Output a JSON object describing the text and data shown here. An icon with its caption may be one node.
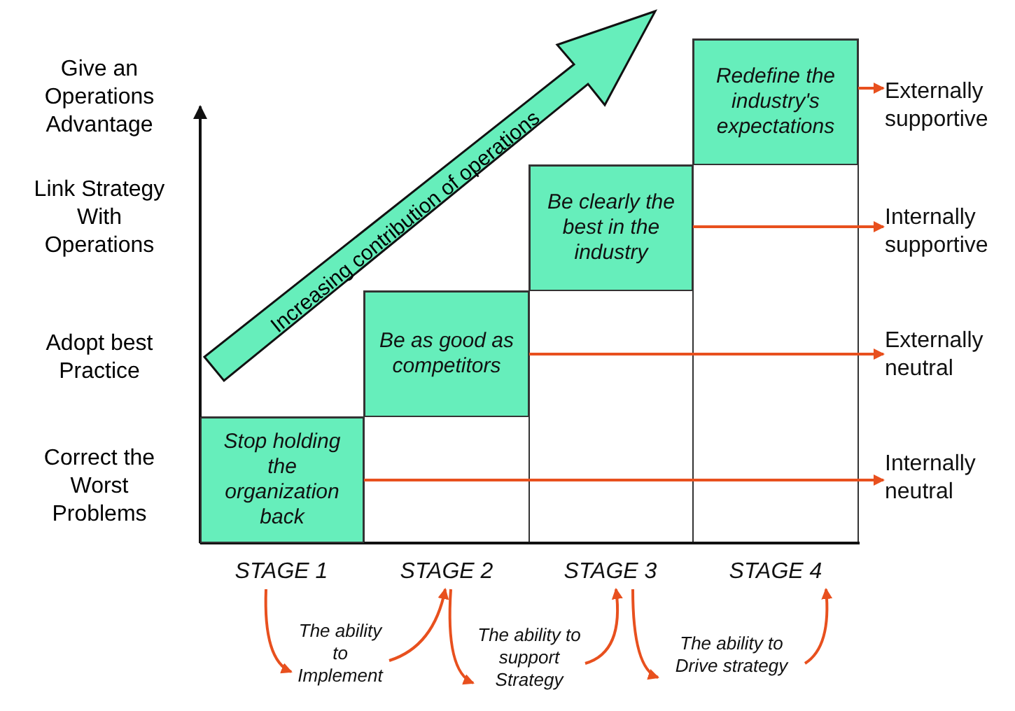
{
  "diagram": {
    "nodes": [
      {
        "text": [
          "Stop holding the organization back"
        ]
      },
      {
        "text": [
          "Be as good as competitors"
        ]
      },
      {
        "text": [
          "Be clearly the best in the industry"
        ]
      },
      {
        "text": [
          "Redefine the industry's expectations"
        ]
      },
      {
        "text": [
          "Internally neutral"
        ]
      },
      {
        "text": [
          "Externally neutral"
        ]
      },
      {
        "text": [
          "Internally supportive"
        ]
      },
      {
        "text": [
          "Externally supportive"
        ]
      },
      {
        "text": [
          "STAGE 1"
        ]
      },
      {
        "text": [
          "STAGE 2"
        ]
      },
      {
        "text": [
          "STAGE 3"
        ]
      },
      {
        "text": [
          "STAGE 4"
        ]
      },
      {
        "text": [
          "The ability to Implement"
        ]
      },
      {
        "text": [
          "The ability to support Strategy"
        ]
      },
      {
        "text": [
          "The ability to Drive strategy"
        ]
      }
    ],
    "edges": [
      {
        "from": 0,
        "to": 4,
        "arrow": "to"
      },
      {
        "from": 1,
        "to": 5,
        "arrow": "to"
      },
      {
        "from": 2,
        "to": 6,
        "arrow": "to"
      },
      {
        "from": 3,
        "to": 7,
        "arrow": "to"
      },
      {
        "from": 8,
        "to": 12,
        "arrow": "to"
      },
      {
        "from": 12,
        "to": 9,
        "arrow": "to"
      },
      {
        "from": 9,
        "to": 13,
        "arrow": "to"
      },
      {
        "from": 13,
        "to": 10,
        "arrow": "to"
      },
      {
        "from": 10,
        "to": 14,
        "arrow": "to"
      },
      {
        "from": 14,
        "to": 11,
        "arrow": "to"
      }
    ],
    "labels": [
      "Increasing contribution of operations",
      "Give an Operations Advantage",
      "Link Strategy With Operations",
      "Adopt best Practice",
      "Correct the Worst Problems"
    ]
  }
}
